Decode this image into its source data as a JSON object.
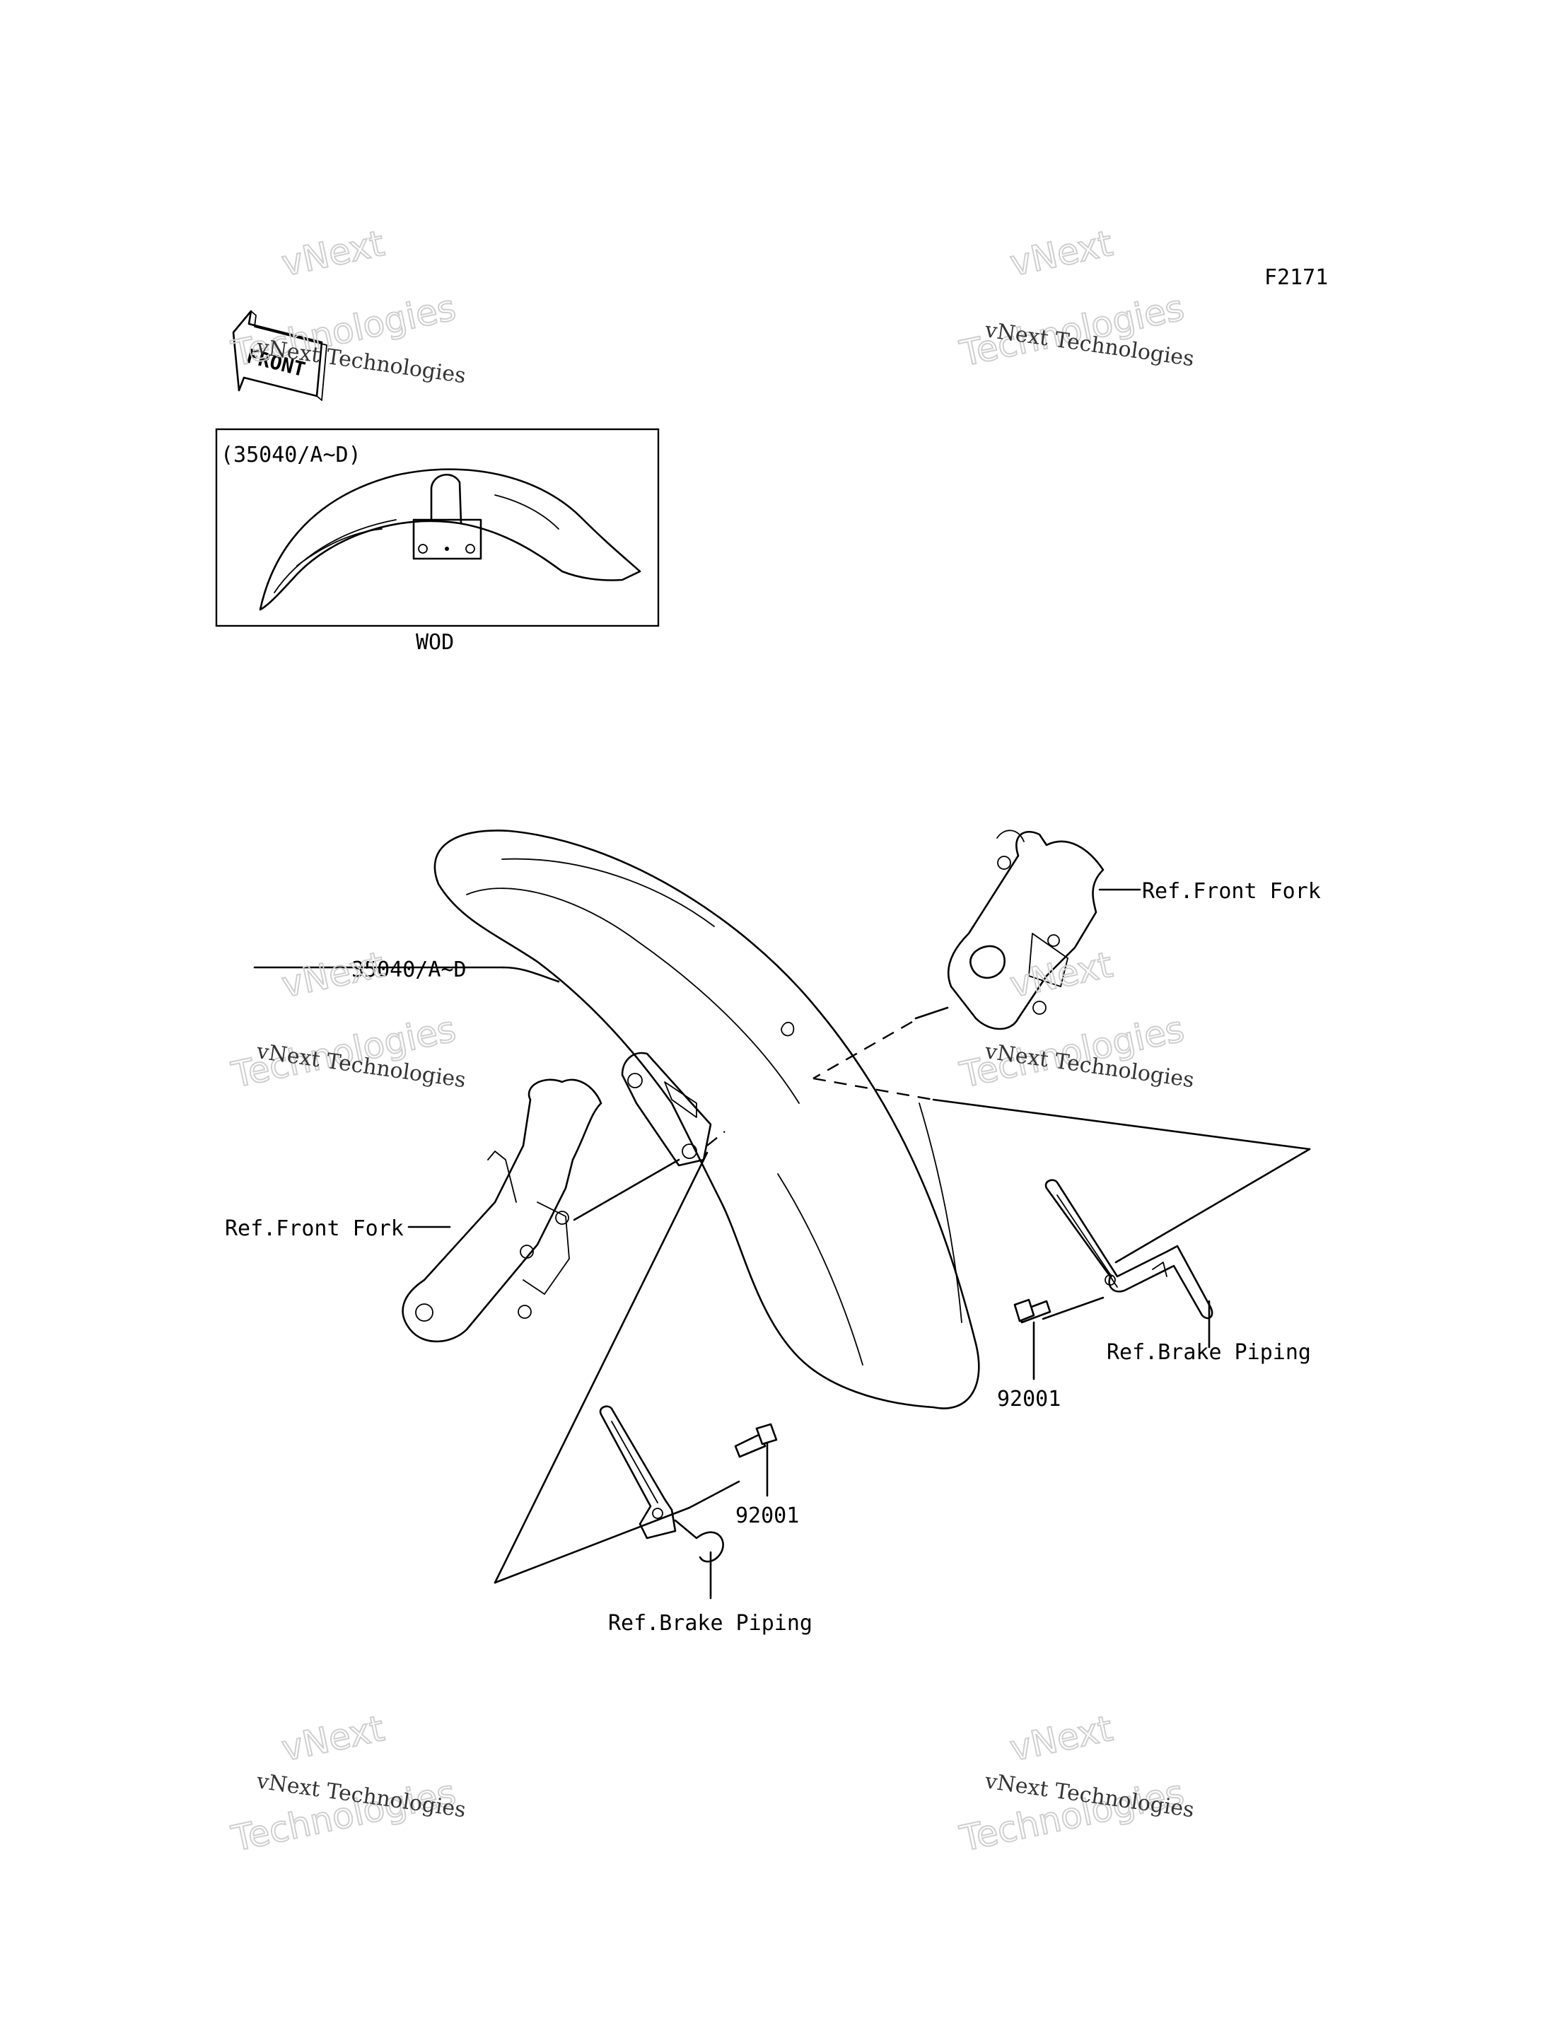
{
  "figure_code": "F2171",
  "front_arrow_label": "FRONT",
  "watermark": {
    "line1": "vNext",
    "line2": "vNext Technologies",
    "line3": "Technologies"
  },
  "inset": {
    "part_label": "(35040/A~D)",
    "caption": "WOD"
  },
  "callouts": {
    "fender": "35040/A~D",
    "front_fork_right": "Ref.Front Fork",
    "front_fork_left": "Ref.Front Fork",
    "bolt_right": "92001",
    "bolt_left": "92001",
    "brake_piping_right": "Ref.Brake Piping",
    "brake_piping_left": "Ref.Brake Piping"
  }
}
